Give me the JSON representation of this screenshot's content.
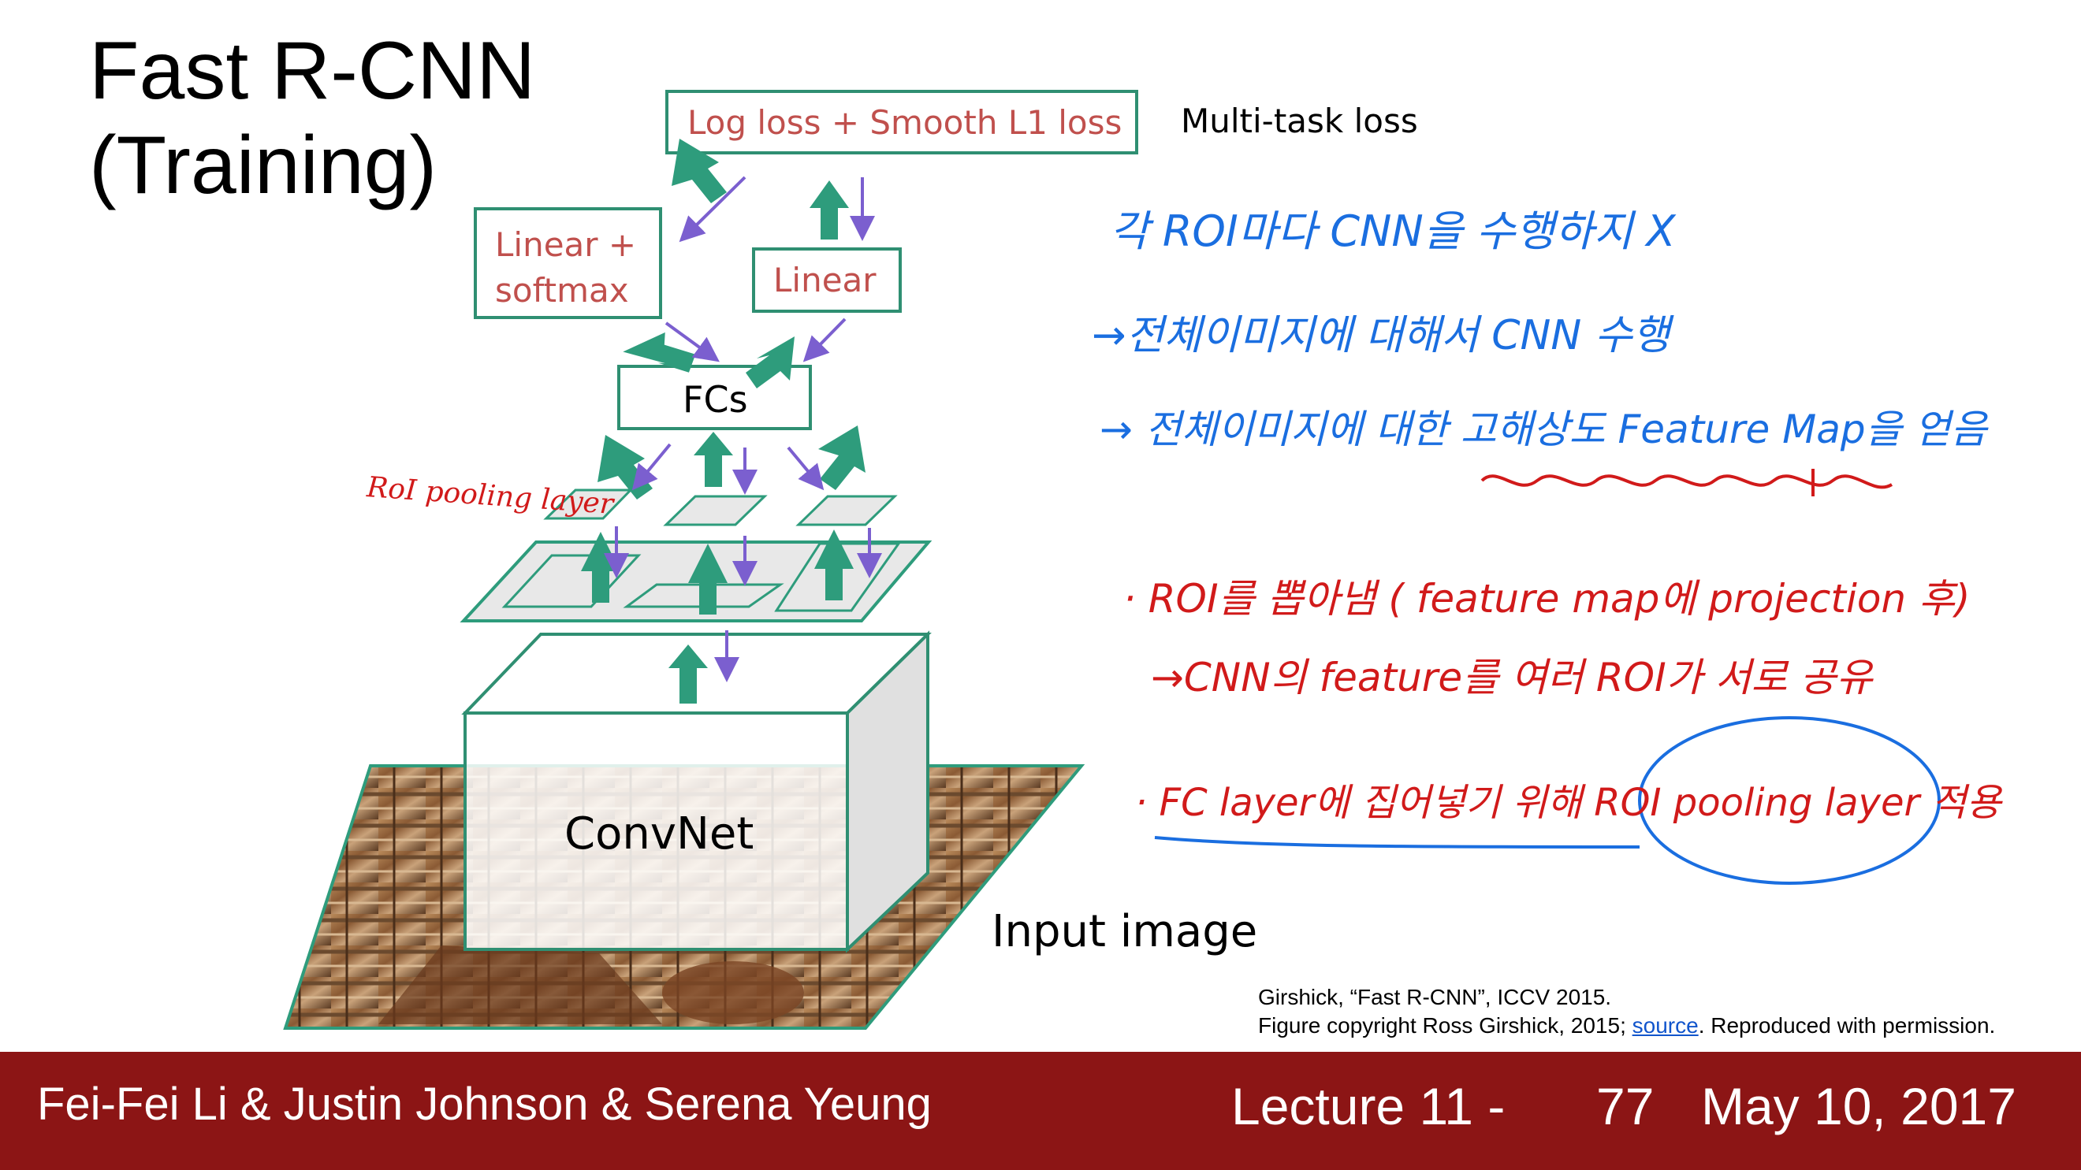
{
  "slide": {
    "title_line1": "Fast R-CNN",
    "title_line2": "(Training)"
  },
  "diagram": {
    "loss_box": "Log loss + Smooth L1 loss",
    "multitask_label": "Multi-task loss",
    "classifier_line1": "Linear +",
    "classifier_line2": "softmax",
    "regressor": "Linear",
    "fcs": "FCs",
    "convnet": "ConvNet",
    "input_label": "Input image",
    "annotation_roi": "RoI pooling layer"
  },
  "citation": {
    "line1": "Girshick, “Fast R-CNN”, ICCV 2015.",
    "line2_prefix": "Figure copyright Ross Girshick, 2015; ",
    "link_text": "source",
    "line2_suffix": ". Reproduced with permission."
  },
  "footer": {
    "authors": "Fei-Fei Li & Justin Johnson & Serena Yeung",
    "lecture": "Lecture 11 -",
    "page": "77",
    "date": "May 10, 2017"
  },
  "notes": {
    "line1": "각 ROI마다 CNN을 수행하지 X",
    "line2": "→전체이미지에 대해서 CNN 수행",
    "line3": "→ 전체이미지에 대한 고해상도 Feature Map을 얻음",
    "line4": "· ROI를 뽑아냄 ( feature map에 projection 후)",
    "line5": "→CNN의 feature를 여러 ROI가 서로 공유",
    "line6": "· FC layer에 집어넣기 위해 ROI pooling layer 적용"
  },
  "colors": {
    "teal": "#2e9c7c",
    "box_border": "#2f8f72",
    "box_text": "#c0504d",
    "purple": "#7b5fcf",
    "ink_blue": "#1a6ee0",
    "ink_red": "#d11a1a",
    "footer_bg": "#8c1515"
  }
}
